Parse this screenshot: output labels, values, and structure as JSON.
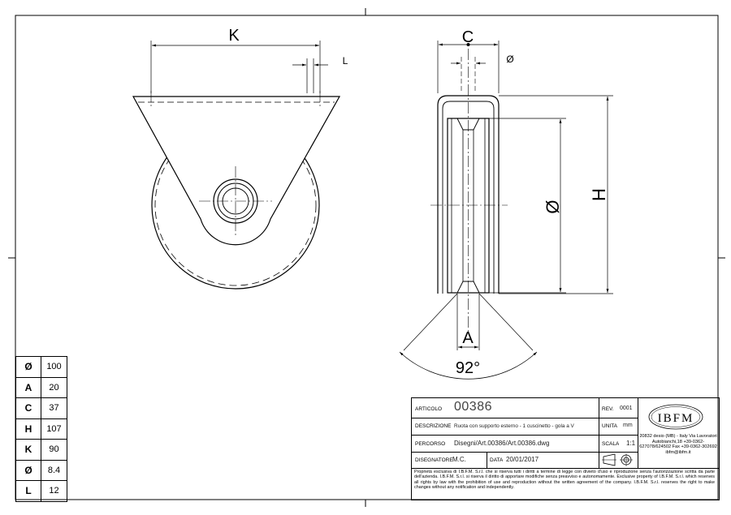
{
  "drawing": {
    "labels": {
      "K": "K",
      "L": "L",
      "C": "C",
      "dia_top": "Ø",
      "dia_side": "Ø",
      "H": "H",
      "A": "A",
      "angle": "92°"
    }
  },
  "dimensions": [
    {
      "symbol": "Ø",
      "value": "100"
    },
    {
      "symbol": "A",
      "value": "20"
    },
    {
      "symbol": "C",
      "value": "37"
    },
    {
      "symbol": "H",
      "value": "107"
    },
    {
      "symbol": "K",
      "value": "90"
    },
    {
      "symbol": "Ø",
      "value": "8.4"
    },
    {
      "symbol": "L",
      "value": "12"
    }
  ],
  "title_block": {
    "articolo_label": "ARTICOLO",
    "articolo_value": "00386",
    "rev_label": "REV.",
    "rev_value": "0001",
    "descrizione_label": "DESCRIZIONE",
    "descrizione_value": "Ruota con supporto esterno - 1 cuscinetto - gola a V",
    "unita_label": "UNITA",
    "unita_value": "mm",
    "percorso_label": "PERCORSO",
    "percorso_value": "Disegni/Art.00386/Art.00386.dwg",
    "scala_label": "SCALA",
    "scala_value": "1:1",
    "disegnatore_label": "DISEGNATORE",
    "disegnatore_value": "M.C.",
    "data_label": "DATA",
    "data_value": "20/01/2017",
    "logo": "IBFM",
    "address": "20832 desio (MB) - Italy Via Lavoratori Autobianchi,18 +39-0362-627078/624502 Fax +39-0362-302692 ibfm@ibfm.it",
    "legal": "Proprietà esclusiva di I.B.F.M. S.r.l. che si riserva tutti i diritti a termine di legge con divieto d'uso e riproduzione senza l'autorizzazione scritta da parte dell'azienda. I.B.F.M. S.r.l. si riserva il diritto di apportare modifiche senza preavviso e autonomamente. Exclusive property of I.B.F.M. S.r.l. which reserves all rights by law with the prohibition of use and reproduction without the written agreement of the company. I.B.F.M. S.r.l. reserves the right to make changes without any notification and independently."
  }
}
